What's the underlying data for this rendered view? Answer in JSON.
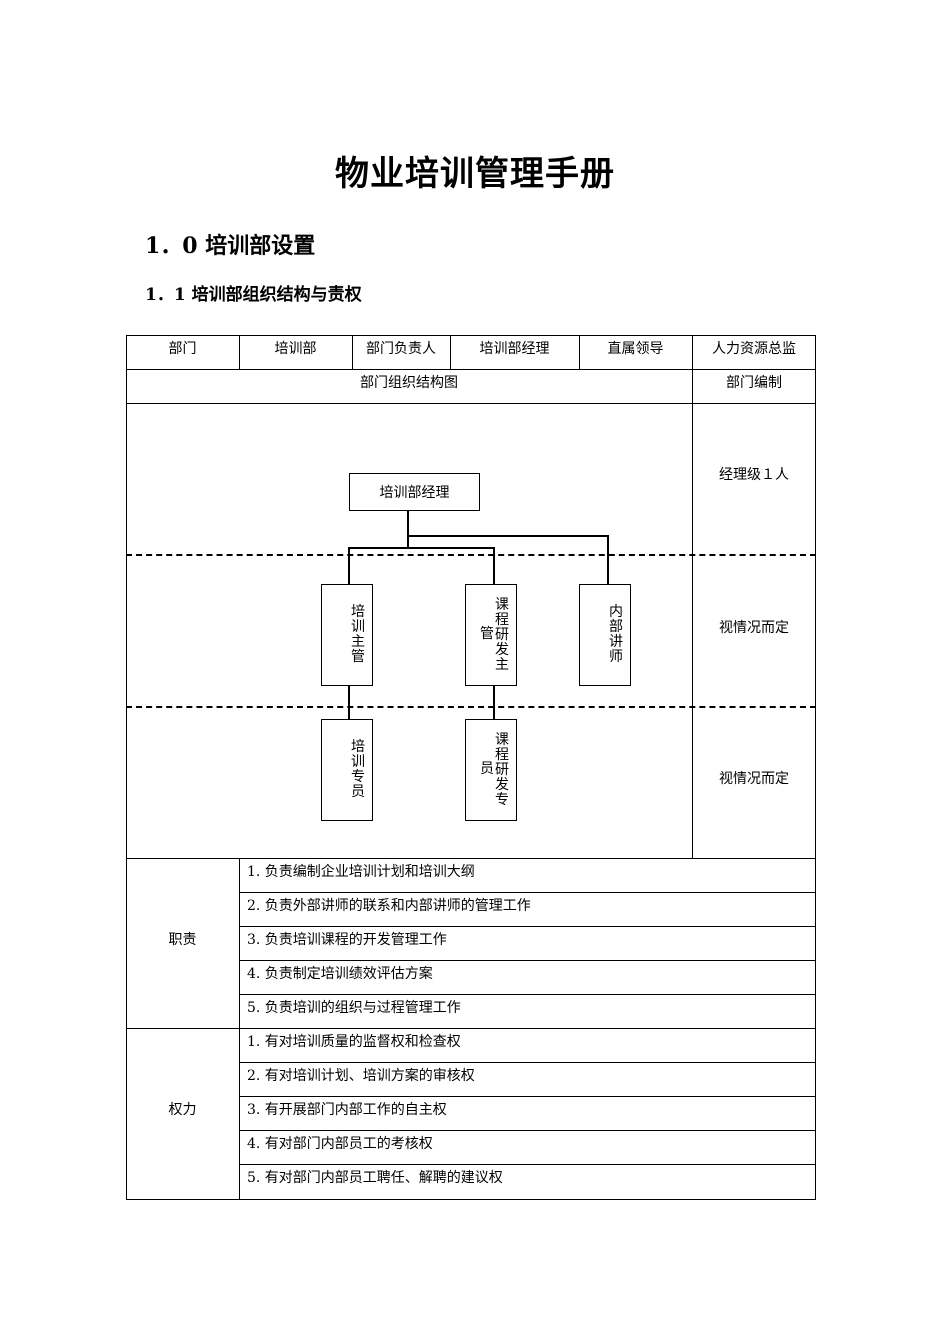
{
  "document": {
    "title": "物业培训管理手册",
    "section": "1．0 培训部设置",
    "subsection": "1．1 培训部组织结构与责权"
  },
  "header_row": {
    "dept_label": "部门",
    "dept_value": "培训部",
    "head_label": "部门负责人",
    "head_value": "培训部经理",
    "leader_label": "直属领导",
    "leader_value": "人力资源总监"
  },
  "section_row": {
    "chart_label": "部门组织结构图",
    "staffing_label": "部门编制"
  },
  "staffing": [
    "经理级１人",
    "视情况而定",
    "视情况而定"
  ],
  "org_chart": {
    "root": "培训部经理",
    "level2": [
      {
        "col1": "培训主管",
        "col2": ""
      },
      {
        "col1": "管",
        "col2": "课程研发主"
      },
      {
        "col1": "内部讲师",
        "col2": ""
      }
    ],
    "level3": [
      {
        "col1": "培训专员",
        "col2": ""
      },
      {
        "col1": "员",
        "col2": "课程研发专"
      }
    ]
  },
  "duties": {
    "label": "职责",
    "items": [
      "1. 负责编制企业培训计划和培训大纲",
      "2. 负责外部讲师的联系和内部讲师的管理工作",
      "3. 负责培训课程的开发管理工作",
      "4. 负责制定培训绩效评估方案",
      "5. 负责培训的组织与过程管理工作"
    ]
  },
  "powers": {
    "label": "权力",
    "items": [
      "1. 有对培训质量的监督权和检查权",
      "2. 有对培训计划、培训方案的审核权",
      "3. 有开展部门内部工作的自主权",
      "4. 有对部门内部员工的考核权",
      "5. 有对部门内部员工聘任、解聘的建议权"
    ]
  }
}
